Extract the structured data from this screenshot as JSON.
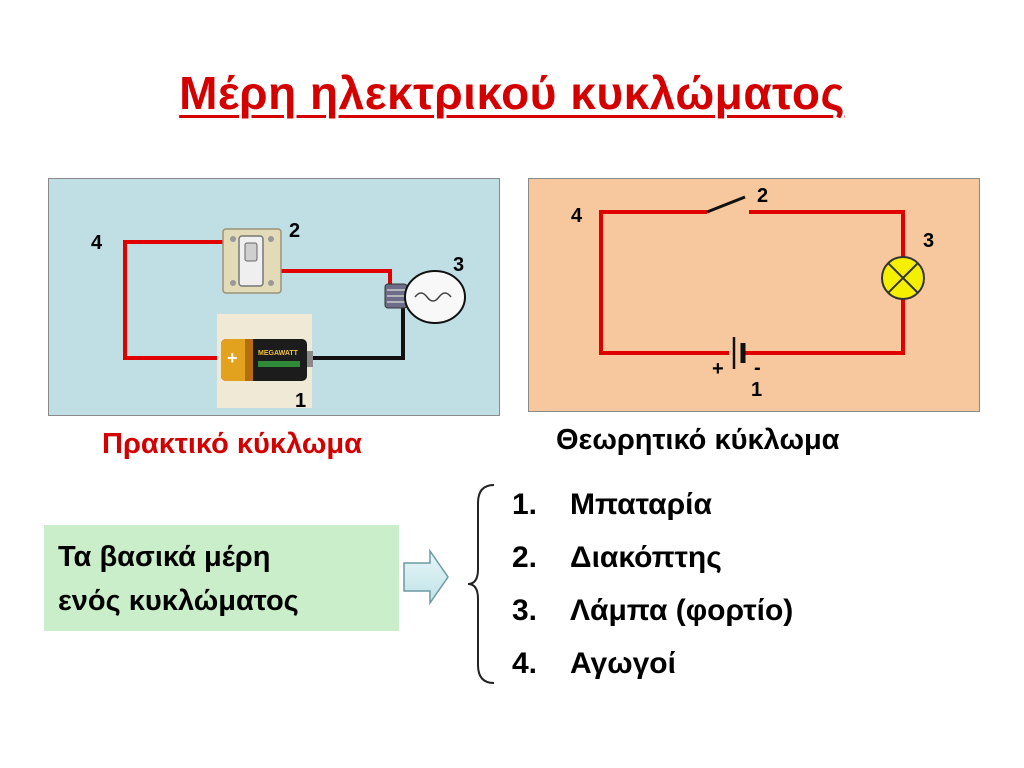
{
  "slide": {
    "title": "Μέρη ηλεκτρικού κυκλώματος"
  },
  "practical": {
    "caption": "Πρακτικό κύκλωμα",
    "battery_brand": "MEGAWATT",
    "labels": {
      "battery": "1",
      "switch": "2",
      "lamp": "3",
      "wire": "4"
    }
  },
  "theory": {
    "caption": "Θεωρητικό κύκλωμα",
    "labels": {
      "battery": "1",
      "switch": "2",
      "lamp": "3",
      "wire": "4"
    },
    "plus": "+",
    "minus": "-"
  },
  "note": {
    "line1": "Τα βασικά μέρη",
    "line2": "ενός κυκλώματος"
  },
  "parts": [
    {
      "num": "1.",
      "name": "Μπαταρία"
    },
    {
      "num": "2.",
      "name": "Διακόπτης"
    },
    {
      "num": "3.",
      "name": "Λάμπα (φορτίο)"
    },
    {
      "num": "4.",
      "name": "Αγωγοί"
    }
  ],
  "colors": {
    "title": "#d40000",
    "practical_caption": "#d40000",
    "practical_bg": "#bfdfe4",
    "theory_bg": "#f7c89d",
    "wire": "#e00000",
    "note_bg": "#c9eec9",
    "lamp": "#f5f000"
  }
}
